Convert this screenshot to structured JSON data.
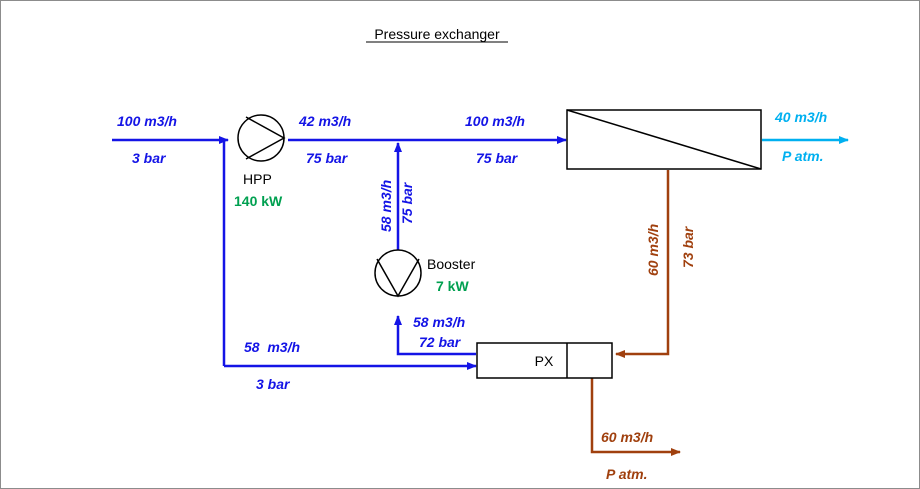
{
  "title": "Pressure exchanger",
  "colors": {
    "feed": "#1414e6",
    "permeate": "#00b0f0",
    "brine": "#a0400e",
    "power": "#00a050",
    "line": "#000000"
  },
  "inlet": {
    "flow": "100 m3/h",
    "pressure": "3 bar"
  },
  "hpp": {
    "name": "HPP",
    "power": "140 kW",
    "icon": "pump-icon"
  },
  "hpp_out": {
    "flow": "42 m3/h",
    "pressure": "75 bar"
  },
  "membrane_in": {
    "flow": "100 m3/h",
    "pressure": "75 bar"
  },
  "permeate": {
    "flow": "40 m3/h",
    "pressure": "P atm."
  },
  "booster_out": {
    "flow": "58 m3/h",
    "pressure": "75 bar"
  },
  "booster": {
    "name": "Booster",
    "power": "7 kW",
    "icon": "pump-icon"
  },
  "px_hp_out": {
    "flow": "58 m3/h",
    "pressure": "72 bar"
  },
  "lp_bypass": {
    "flow": "58  m3/h",
    "pressure": "3 bar"
  },
  "px": {
    "name": "PX"
  },
  "brine_in": {
    "flow": "60 m3/h",
    "pressure": "73 bar"
  },
  "brine_out": {
    "flow": "60 m3/h",
    "pressure": "P atm."
  }
}
